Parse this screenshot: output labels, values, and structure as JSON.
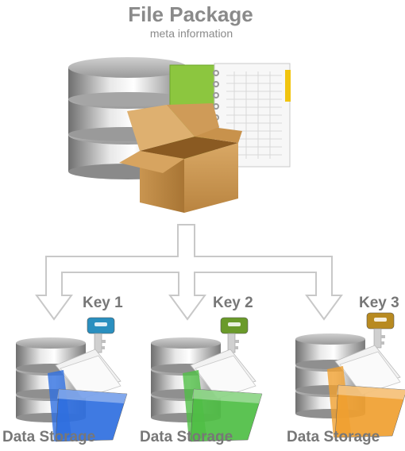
{
  "header": {
    "title": "File Package",
    "subtitle": "meta information"
  },
  "storages": [
    {
      "key_label": "Key 1",
      "storage_label": "Data Storage",
      "key_color": "#2a8fbf",
      "folder_color": "#2f6fe0"
    },
    {
      "key_label": "Key 2",
      "storage_label": "Data Storage",
      "key_color": "#6a9a2a",
      "folder_color": "#4fbe45"
    },
    {
      "key_label": "Key 3",
      "storage_label": "Data Storage",
      "key_color": "#b88a20",
      "folder_color": "#f0a030"
    }
  ],
  "icons": {
    "source": [
      "database-icon",
      "notebook-icon",
      "open-box-icon"
    ],
    "arrows": "branching-arrow-icon",
    "key": "key-icon",
    "storage": [
      "database-icon",
      "folder-icon"
    ]
  }
}
